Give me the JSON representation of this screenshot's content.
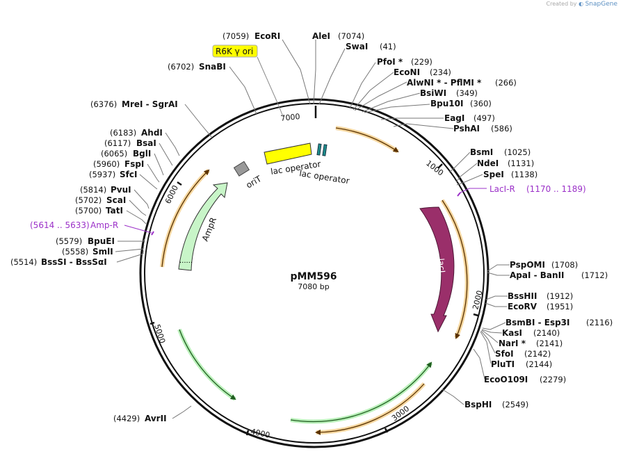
{
  "branding": {
    "created_by": "Created by",
    "app": "SnapGene"
  },
  "plasmid": {
    "name": "pMM596",
    "size_label": "7080 bp",
    "length": 7080
  },
  "tick_labels": [
    "1000",
    "2000",
    "3000",
    "4000",
    "5000",
    "6000",
    "7000"
  ],
  "features": [
    {
      "name": "lacI",
      "color": "#9a2f6a"
    },
    {
      "name": "AmpR",
      "color": "#c8f5c8"
    },
    {
      "name": "lac operator",
      "color": "#ffff00"
    },
    {
      "name": "lac operator",
      "color": "#1e8a8a"
    },
    {
      "name": "oriT",
      "color": "#999999"
    },
    {
      "name": "R6K γ ori",
      "color": "#ffff00"
    }
  ],
  "sites": [
    {
      "name": "EcoRI",
      "pos": "(7059)"
    },
    {
      "name": "AleI",
      "pos": "(7074)"
    },
    {
      "name": "SwaI",
      "pos": "(41)"
    },
    {
      "name": "PfoI *",
      "pos": "(229)"
    },
    {
      "name": "EcoNI",
      "pos": "(234)"
    },
    {
      "name": "AlwNI * - PflMI *",
      "pos": "(266)"
    },
    {
      "name": "BsiWI",
      "pos": "(349)"
    },
    {
      "name": "Bpu10I",
      "pos": "(360)"
    },
    {
      "name": "EagI",
      "pos": "(497)"
    },
    {
      "name": "PshAI",
      "pos": "(586)"
    },
    {
      "name": "BsmI",
      "pos": "(1025)"
    },
    {
      "name": "NdeI",
      "pos": "(1131)"
    },
    {
      "name": "SpeI",
      "pos": "(1138)"
    },
    {
      "name": "PspOMI",
      "pos": "(1708)"
    },
    {
      "name": "ApaI - BanII",
      "pos": "(1712)"
    },
    {
      "name": "BssHII",
      "pos": "(1912)"
    },
    {
      "name": "EcoRV",
      "pos": "(1951)"
    },
    {
      "name": "BsmBI - Esp3I",
      "pos": "(2116)"
    },
    {
      "name": "KasI",
      "pos": "(2140)"
    },
    {
      "name": "NarI *",
      "pos": "(2141)"
    },
    {
      "name": "SfoI",
      "pos": "(2142)"
    },
    {
      "name": "PluTI",
      "pos": "(2144)"
    },
    {
      "name": "EcoO109I",
      "pos": "(2279)"
    },
    {
      "name": "BspHI",
      "pos": "(2549)"
    },
    {
      "name": "AvrII",
      "pos": "(4429)"
    },
    {
      "name": "BssSI - BssSαI",
      "pos": "(5514)"
    },
    {
      "name": "SmlI",
      "pos": "(5558)"
    },
    {
      "name": "BpuEI",
      "pos": "(5579)"
    },
    {
      "name": "TatI",
      "pos": "(5700)"
    },
    {
      "name": "ScaI",
      "pos": "(5702)"
    },
    {
      "name": "PvuI",
      "pos": "(5814)"
    },
    {
      "name": "SfcI",
      "pos": "(5937)"
    },
    {
      "name": "FspI",
      "pos": "(5960)"
    },
    {
      "name": "BglI",
      "pos": "(6065)"
    },
    {
      "name": "BsaI",
      "pos": "(6117)"
    },
    {
      "name": "AhdI",
      "pos": "(6183)"
    },
    {
      "name": "MreI - SgrAI",
      "pos": "(6376)"
    },
    {
      "name": "SnaBI",
      "pos": "(6702)"
    }
  ],
  "primers": [
    {
      "name": "LacI-R",
      "range": "(1170 .. 1189)"
    },
    {
      "name": "Amp-R",
      "range": "(5614 .. 5633)"
    }
  ]
}
